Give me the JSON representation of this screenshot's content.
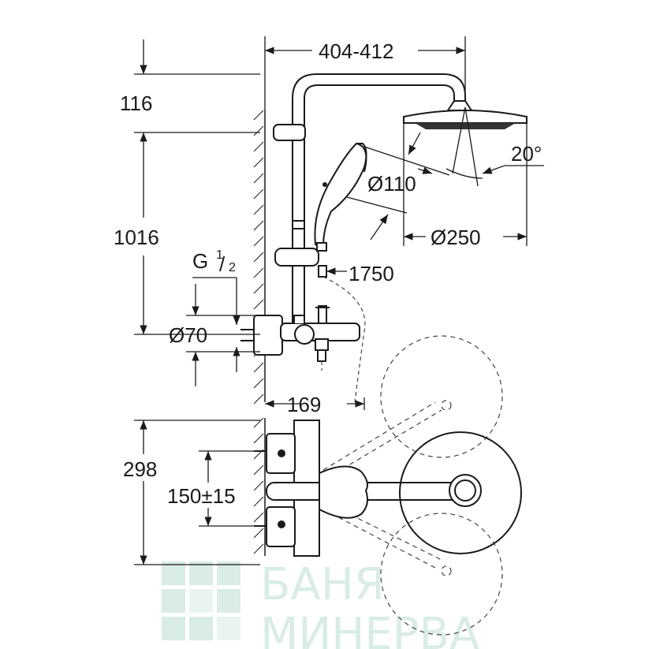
{
  "dimensions": {
    "width_range": "404-412",
    "top_offset": "116",
    "bar_height": "1016",
    "thread_prefix": "G",
    "thread_num": "1",
    "thread_den": "2",
    "diameter_inlet": "Ø70",
    "diameter_hand_shower": "Ø110",
    "diameter_head_shower": "Ø250",
    "hose_length": "1750",
    "angle": "20°",
    "depth": "169",
    "lower_height": "298",
    "inlet_spacing": "150±15"
  },
  "watermark": {
    "line1": "БАНЯ",
    "line2": "МИНЕРВА"
  },
  "colors": {
    "line": "#1a1a1a",
    "dashed": "#444444",
    "watermark": "#d9ece6"
  }
}
